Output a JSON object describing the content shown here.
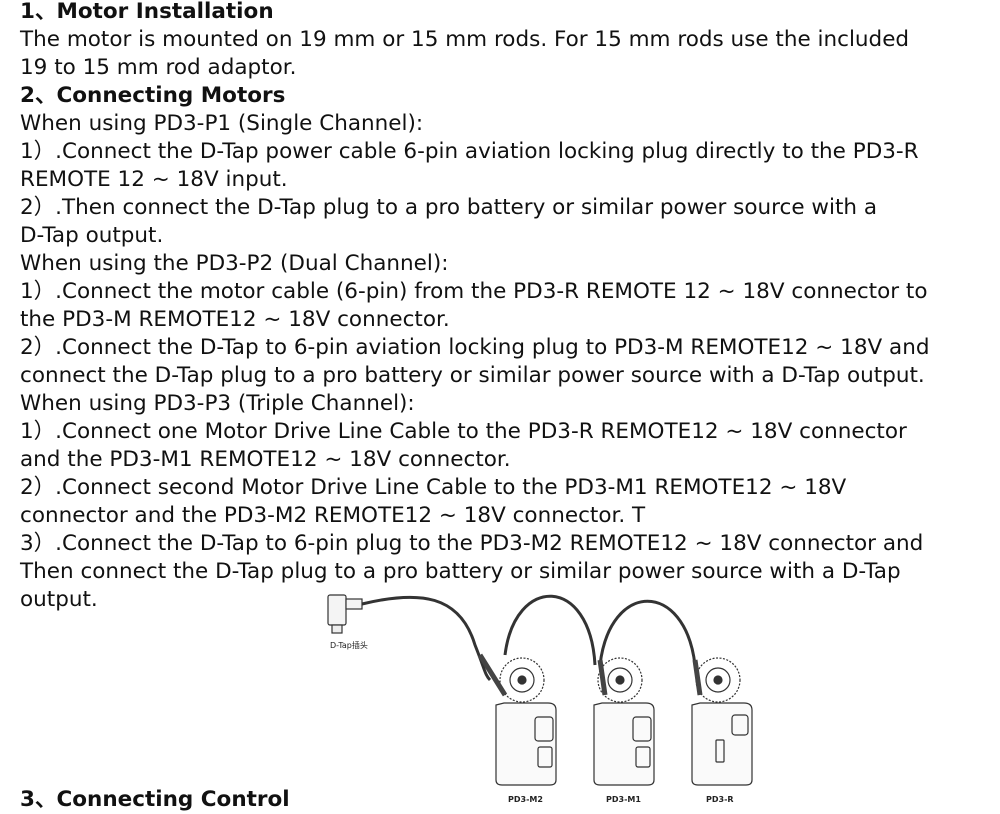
{
  "section1": {
    "heading": "1、Motor Installation",
    "lines": [
      "The motor is mounted on 19 mm or 15 mm rods. For 15 mm rods use the included",
      "19 to 15 mm rod adaptor."
    ]
  },
  "section2": {
    "heading": "2、Connecting Motors",
    "lines": [
      "When using PD3-P1 (Single Channel):",
      "1）.Connect the D-Tap power cable 6-pin aviation locking plug directly to the PD3-R",
      "REMOTE 12 ~ 18V input.",
      "2）.Then connect the D-Tap plug to a pro battery or similar power source with a",
      "D-Tap output.",
      "When using the PD3-P2 (Dual Channel):",
      "1）.Connect the motor cable (6-pin) from the PD3-R REMOTE 12 ~ 18V connector to",
      "the PD3-M REMOTE12 ~ 18V connector.",
      "2）.Connect the D-Tap to 6-pin aviation locking plug to PD3-M REMOTE12 ~ 18V and",
      "connect the D-Tap plug to a pro battery or similar power source with a D-Tap output.",
      "When using PD3-P3 (Triple Channel):",
      "1）.Connect one Motor Drive Line Cable to the PD3-R REMOTE12 ~ 18V connector",
      "and the PD3-M1 REMOTE12 ~ 18V connector.",
      "2）.Connect second Motor Drive Line Cable to the PD3-M1 REMOTE12 ~ 18V",
      "connector and the PD3-M2 REMOTE12 ~ 18V connector. T",
      "3）.Connect the D-Tap to 6-pin plug to the PD3-M2 REMOTE12 ~ 18V connector and",
      "Then connect the D-Tap plug to a pro battery or similar power source with a D-Tap",
      "output."
    ]
  },
  "section3": {
    "heading": "3、Connecting Control"
  },
  "figure": {
    "dtap_label": "D-Tap插头",
    "motor_labels": [
      "PD3-M2",
      "PD3-M1",
      "PD3-R"
    ]
  }
}
